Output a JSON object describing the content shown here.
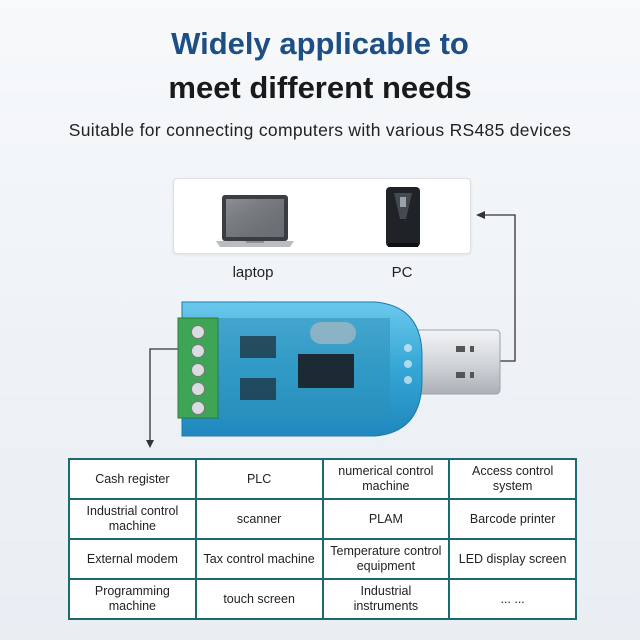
{
  "header": {
    "title_line1": "Widely applicable to",
    "title_line2": "meet different needs",
    "subtitle": "Suitable for connecting computers with various RS485 devices"
  },
  "devices": {
    "laptop_label": "laptop",
    "pc_label": "PC"
  },
  "applications": [
    [
      "Cash register",
      "PLC",
      "numerical control machine",
      "Access control system"
    ],
    [
      "Industrial control machine",
      "scanner",
      "PLAM",
      "Barcode printer"
    ],
    [
      "External modem",
      "Tax control machine",
      "Temperature control equipment",
      "LED display screen"
    ],
    [
      "Programming machine",
      "touch screen",
      "Industrial instruments",
      "... ..."
    ]
  ],
  "colors": {
    "title_blue": "#1d4e86",
    "table_border": "#1b6a6e",
    "adapter_blue": "#35a9d6",
    "terminal_green": "#3fa556"
  }
}
